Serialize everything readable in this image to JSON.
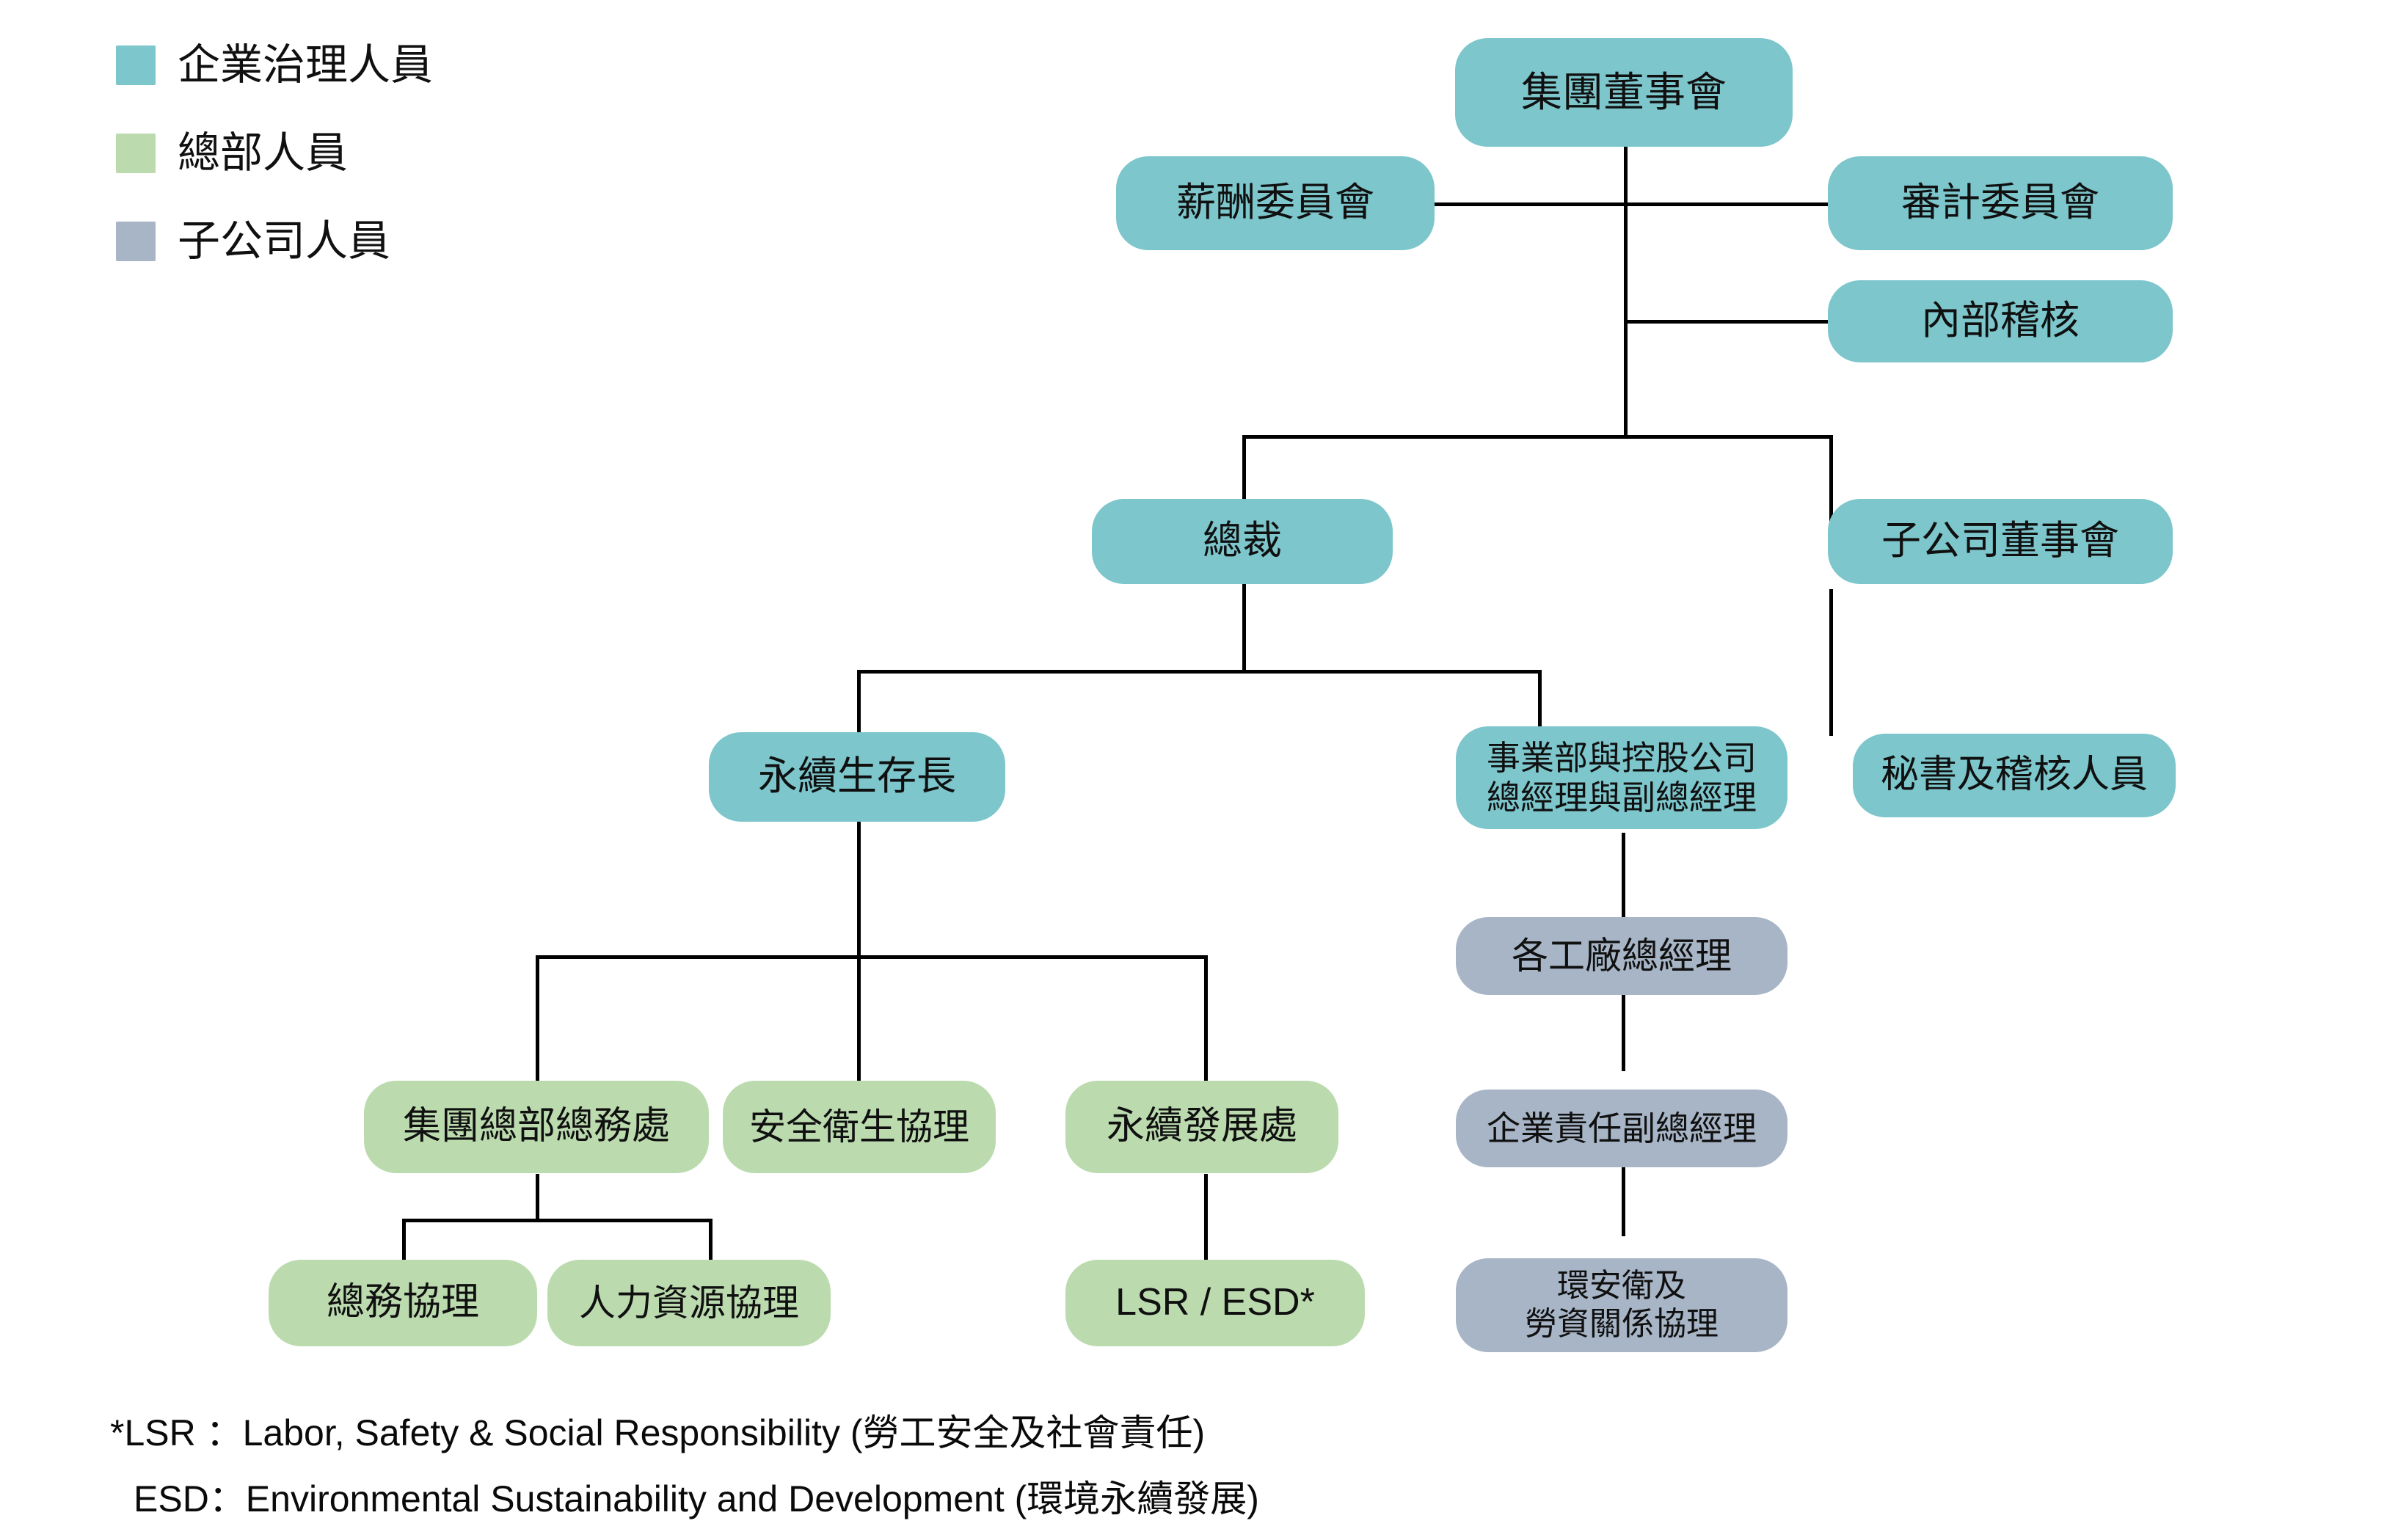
{
  "legend": {
    "items": [
      {
        "label": "企業治理人員",
        "color": "#7CC6CC",
        "swatch_name": "teal-swatch"
      },
      {
        "label": "總部人員",
        "color": "#BBDBAF",
        "swatch_name": "green-swatch"
      },
      {
        "label": "子公司人員",
        "color": "#A7B5C6",
        "swatch_name": "gray-swatch"
      }
    ]
  },
  "nodes": {
    "group_board": "集團董事會",
    "compensation_committee": "薪酬委員會",
    "audit_committee": "審計委員會",
    "internal_audit": "內部稽核",
    "president": "總裁",
    "subsidiary_board": "子公司董事會",
    "chief_sustainability_officer": "永續生存長",
    "bu_holding_gm": "事業部與控股公司\n總經理與副總經理",
    "secretary_audit_staff": "秘書及稽核人員",
    "hq_general_affairs": "集團總部總務處",
    "safety_health_manager": "安全衛生協理",
    "sustainable_development_dept": "永續發展處",
    "general_affairs_manager": "總務協理",
    "hr_manager": "人力資源協理",
    "lsr_esd": "LSR / ESD*",
    "plant_gm": "各工廠總經理",
    "corporate_responsibility_vp": "企業責任副總經理",
    "ehs_labor_relations_manager": "環安衛及\n勞資關係協理"
  },
  "footnotes": [
    "*LSR ：Labor, Safety & Social Responsibility (勞工安全及社會責任)",
    "ESD：Environmental Sustainability and Development (環境永續發展)"
  ]
}
